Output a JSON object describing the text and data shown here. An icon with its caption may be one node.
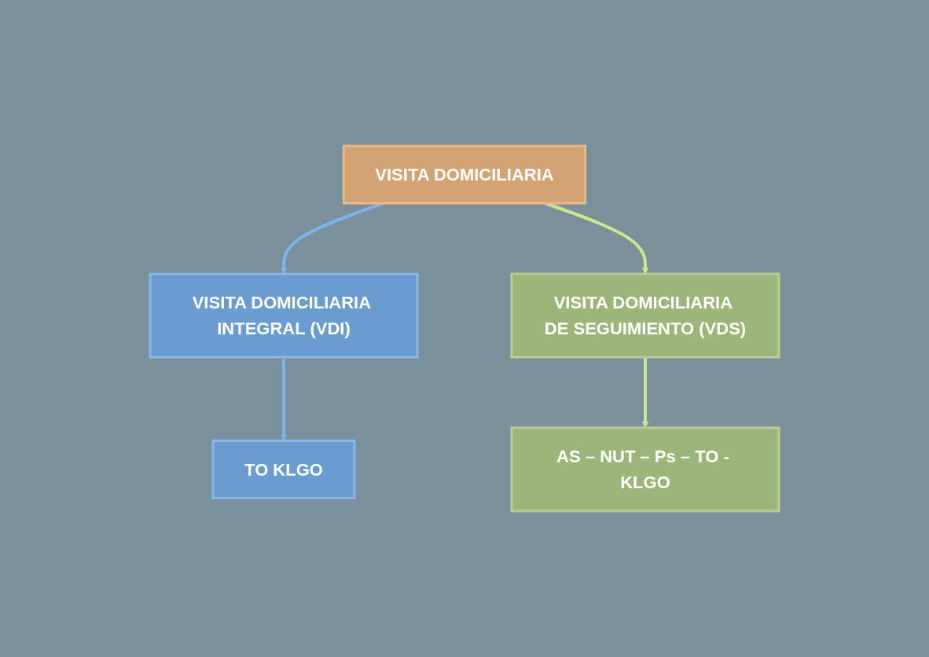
{
  "diagram": {
    "nodes": [
      {
        "text": [
          "VISITA DOMICILIARIA"
        ]
      },
      {
        "text": [
          "VISITA DOMICILIARIA INTEGRAL (VDI)"
        ]
      },
      {
        "text": [
          "VISITA DOMICILIARIA DE SEGUIMIENTO (VDS)"
        ]
      },
      {
        "text": [
          "TO KLGO"
        ]
      },
      {
        "text": [
          "AS – NUT – Ps – TO - KLGO"
        ]
      }
    ],
    "edges": [
      {
        "from": 0,
        "to": 1,
        "arrow": "to",
        "color": "#7fb2ee"
      },
      {
        "from": 0,
        "to": 2,
        "arrow": "to",
        "color": "#cbe88e"
      },
      {
        "from": 1,
        "to": 3,
        "arrow": "to",
        "color": "#7fb2ee"
      },
      {
        "from": 2,
        "to": 4,
        "arrow": "to",
        "color": "#cbe88e"
      }
    ]
  }
}
